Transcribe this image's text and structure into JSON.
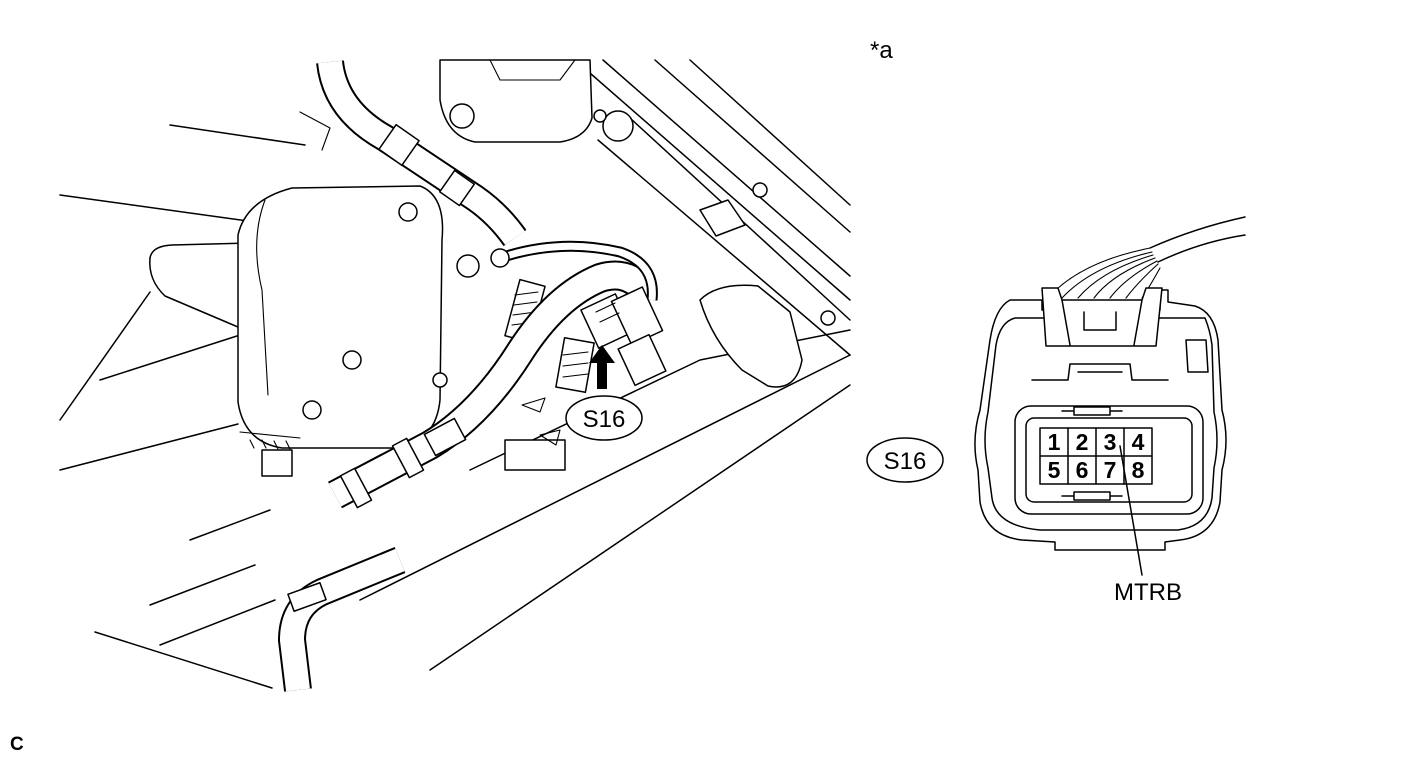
{
  "labels": {
    "view_marker": "*a",
    "corner_code": "C"
  },
  "callouts": {
    "vehicle_connector": "S16",
    "connector_view": "S16"
  },
  "connector": {
    "pins": [
      "1",
      "2",
      "3",
      "4",
      "5",
      "6",
      "7",
      "8"
    ],
    "terminal_label": "MTRB"
  }
}
